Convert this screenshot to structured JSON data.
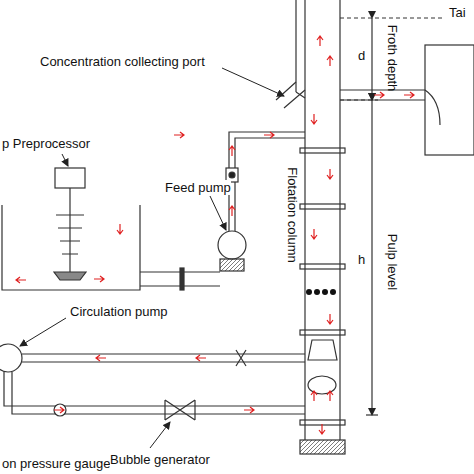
{
  "diagram": {
    "labels": [
      "Tai",
      "Froth depth",
      "d",
      "Concentration collecting port",
      "p Preprocessor",
      "Feed pump",
      "Flotation column",
      "Pulp level",
      "h",
      "Circulation pump",
      "on pressure gauge",
      "Bubble generator"
    ]
  }
}
